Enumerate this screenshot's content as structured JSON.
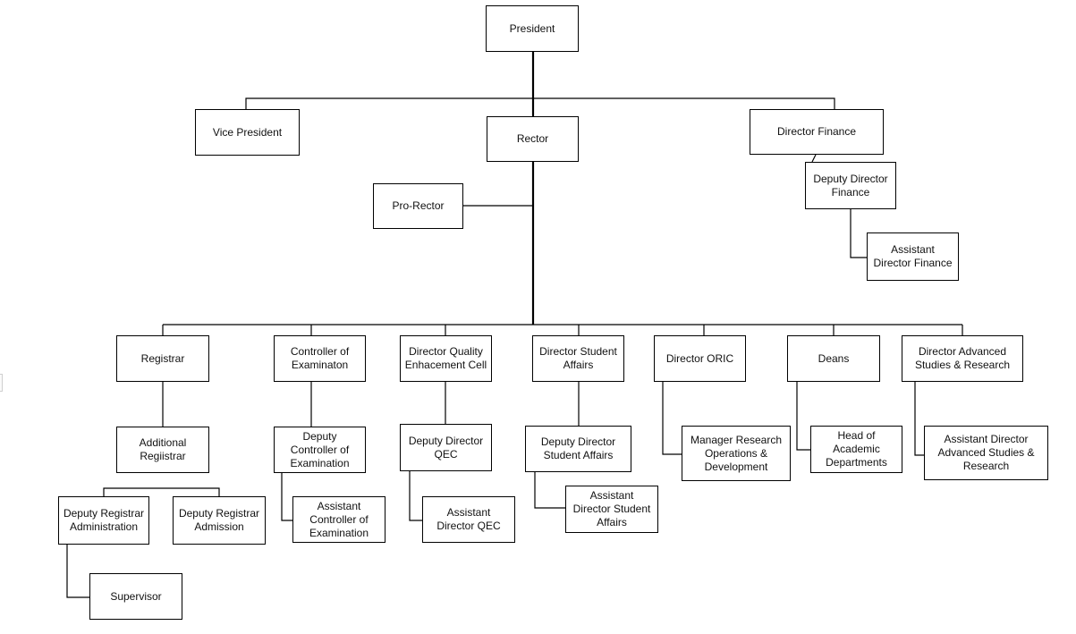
{
  "org": {
    "president": "President",
    "vice_president": "Vice President",
    "rector": "Rector",
    "director_finance": "Director Finance",
    "pro_rector": "Pro-Rector",
    "deputy_director_finance": "Deputy Director\nFinance",
    "assistant_director_finance": "Assistant\nDirector Finance",
    "registrar": "Registrar",
    "controller_examination": "Controller of\nExaminaton",
    "director_qec": "Director Quality\nEnhacement Cell",
    "director_student_affairs": "Director Student\nAffairs",
    "director_oric": "Director ORIC",
    "deans": "Deans",
    "director_advanced_studies": "Director Advanced\nStudies & Research",
    "additional_registrar": "Additional\nRegiistrar",
    "deputy_registrar_administration": "Deputy Registrar\nAdministration",
    "deputy_registrar_admission": "Deputy Registrar\nAdmission",
    "supervisor": "Supervisor",
    "deputy_controller_examination": "Deputy\nController of\nExamination",
    "assistant_controller_examination": "Assistant\nController of\nExamination",
    "deputy_director_qec": "Deputy Director\nQEC",
    "assistant_director_qec": "Assistant\nDirector QEC",
    "deputy_director_student_affairs": "Deputy Director\nStudent Affairs",
    "assistant_director_student_affairs": "Assistant\nDirector Student\nAffairs",
    "manager_research": "Manager Research\nOperations &\nDevelopment",
    "head_academic_departments": "Head of\nAcademic\nDepartments",
    "assistant_director_advanced_studies": "Assistant Director\nAdvanced Studies &\nResearch"
  }
}
